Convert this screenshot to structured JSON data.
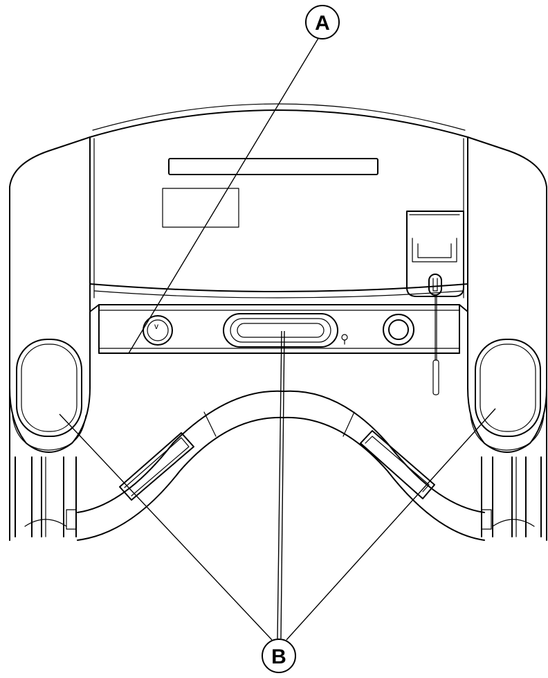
{
  "callouts": {
    "a": {
      "label": "A"
    },
    "b": {
      "label": "B"
    }
  },
  "icons": {
    "left_button": "v",
    "lock_glyph": "lock-icon"
  }
}
